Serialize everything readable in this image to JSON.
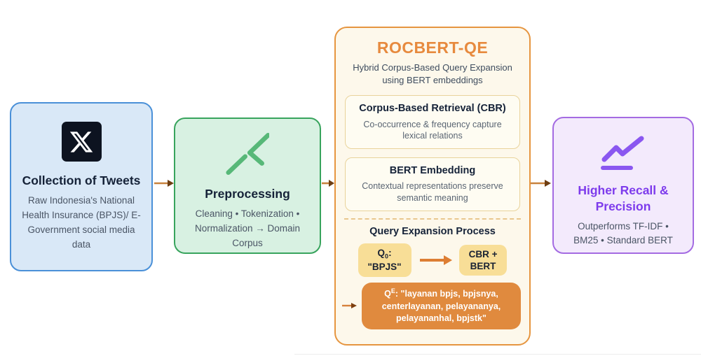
{
  "colors": {
    "blue_bg": "#D9E8F7",
    "blue_border": "#4A90D8",
    "green_bg": "#D8F1E2",
    "green_border": "#38A45D",
    "green_icon": "#57B878",
    "central_bg": "#FDF8EB",
    "central_border": "#E6953F",
    "central_title": "#E78A3E",
    "subbox_bg": "#FEFCF2",
    "subbox_border": "#E9D39B",
    "yellow_pill": "#F8DE97",
    "orange_pill": "#E08A3E",
    "purple_bg": "#F3EAFC",
    "purple_border": "#A46BE2",
    "purple_title": "#7D3BEC",
    "purple_icon": "#8A57F0",
    "navy_text": "#152238",
    "gray_text": "#4A5565",
    "arrow_line": "#C8823E",
    "arrow_head": "#6E3E12"
  },
  "icons": {
    "collection": "x-logo-icon",
    "preprocessing": "filter-strokes-icon",
    "result": "trend-up-chart-icon",
    "connectors": "flow-arrow-icon"
  },
  "nodes": {
    "collection": {
      "title": "Collection of Tweets",
      "body": "Raw Indonesia's National Health Insurance (BPJS)/ E-Government social media data"
    },
    "preprocessing": {
      "title": "Preprocessing",
      "body": "Cleaning • Tokenization • Normalization → Domain Corpus"
    },
    "rocbert": {
      "title": "ROCBERT-QE",
      "subtitle": "Hybrid Corpus-Based Query Expansion using BERT embeddings",
      "cbr": {
        "title": "Corpus-Based Retrieval (CBR)",
        "body": "Co-occurrence & frequency capture lexical relations"
      },
      "bert": {
        "title": "BERT Embedding",
        "body": "Contextual representations preserve semantic meaning"
      },
      "qe_process": {
        "heading": "Query Expansion Process",
        "q0_prefix": "Q",
        "q0_sub": "0",
        "q0_colon": ":",
        "q0_line2": "\"BPJS\"",
        "combo_line1": "CBR +",
        "combo_line2": "BERT",
        "expanded_prefix": "Q",
        "expanded_sup": "E",
        "expanded_rest": ": \"layanan bpjs, bpjsnya, centerlayanan, pelayananya, pelayananhal, bpjstk\""
      }
    },
    "result": {
      "title": "Higher Recall & Precision",
      "body": "Outperforms TF-IDF • BM25 • Standard BERT"
    }
  }
}
